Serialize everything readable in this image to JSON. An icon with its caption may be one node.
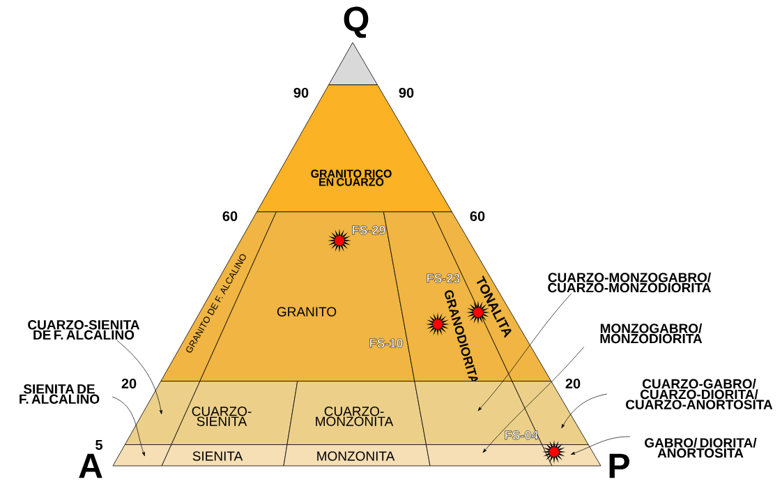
{
  "diagram": {
    "nodes": [
      {
        "text": [
          "GRANITO RICO EN CUARZO"
        ]
      },
      {
        "text": [
          "GRANITO DE F. ALCALINO"
        ]
      },
      {
        "text": [
          "GRANITO"
        ]
      },
      {
        "text": [
          "GRANODIORITA"
        ]
      },
      {
        "text": [
          "TONALITA"
        ]
      },
      {
        "text": [
          "CUARZO-SIENITA"
        ]
      },
      {
        "text": [
          "CUARZO-MONZONITA"
        ]
      },
      {
        "text": [
          "SIENITA"
        ]
      },
      {
        "text": [
          "MONZONITA"
        ]
      },
      {
        "text": [],
        "shape": "trapezoid"
      },
      {
        "text": [],
        "shape": "trapezoid"
      },
      {
        "text": [],
        "shape": "trapezoid"
      },
      {
        "text": [],
        "shape": "trapezoid"
      },
      {
        "text": [],
        "shape": "trapezoid"
      },
      {
        "text": [],
        "shape": "trapezoid"
      },
      {
        "text": [
          "CUARZO-SIENITA DE F. ALCALINO"
        ]
      },
      {
        "text": [
          "SIENITA DE F. ALCALINO"
        ]
      },
      {
        "text": [
          "CUARZO-MONZOGABRO/ CUARZO-MONZODIORITA"
        ]
      },
      {
        "text": [
          "MONZOGABRO/ MONZODIORITA"
        ]
      },
      {
        "text": [
          "CUARZO-GABRO/ CUARZO-DIORITA/ CUARZO-ANORTOSITA"
        ]
      },
      {
        "text": [
          "GABRO/ DIORITA/ ANORTOSITA"
        ]
      }
    ],
    "edges": [
      {
        "from": 15,
        "to": 9,
        "arrow": "to"
      },
      {
        "from": 16,
        "to": 10,
        "arrow": "to"
      },
      {
        "from": 17,
        "to": 11,
        "arrow": "to"
      },
      {
        "from": 18,
        "to": 13,
        "arrow": "to"
      },
      {
        "from": 19,
        "to": 12,
        "arrow": "to"
      },
      {
        "from": 20,
        "to": 14,
        "arrow": "to"
      }
    ],
    "labels": [
      "Q",
      "90",
      "90",
      "60",
      "FS-29",
      "60",
      "FS-23",
      "FS-10",
      "20",
      "20",
      "FS-04",
      "5",
      "A",
      "P"
    ]
  }
}
